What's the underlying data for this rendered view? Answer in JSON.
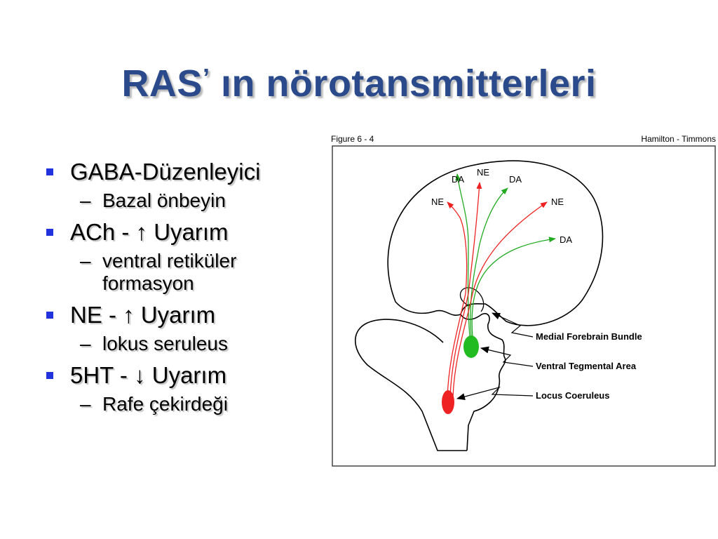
{
  "slide": {
    "title_main": "RAS",
    "title_apostrophe": "’",
    "title_rest": " ın nörotansmitterleri"
  },
  "bullets": [
    {
      "text": "GABA-Düzenleyici",
      "sub": [
        "Bazal önbeyin"
      ]
    },
    {
      "text": "ACh - ↑ Uyarım",
      "sub": [
        "ventral retiküler formasyon"
      ]
    },
    {
      "text": "NE -  ↑ Uyarım",
      "sub": [
        "lokus seruleus"
      ]
    },
    {
      "text": "5HT -  ↓ Uyarım",
      "sub": [
        "Rafe çekirdeği"
      ]
    }
  ],
  "figure": {
    "caption_left": "Figure 6 - 4",
    "caption_right": "Hamilton - Timmons",
    "labels": {
      "da_1": "DA",
      "ne_top": "NE",
      "da_2": "DA",
      "ne_left": "NE",
      "ne_right": "NE",
      "da_3": "DA"
    },
    "callouts": {
      "medial": "Medial Forebrain Bundle",
      "vta": "Ventral Tegmental Area",
      "lc": "Locus Coeruleus"
    },
    "colors": {
      "dopamine": "#22aa22",
      "norepinephrine": "#ee2222",
      "outline": "#000000"
    }
  }
}
